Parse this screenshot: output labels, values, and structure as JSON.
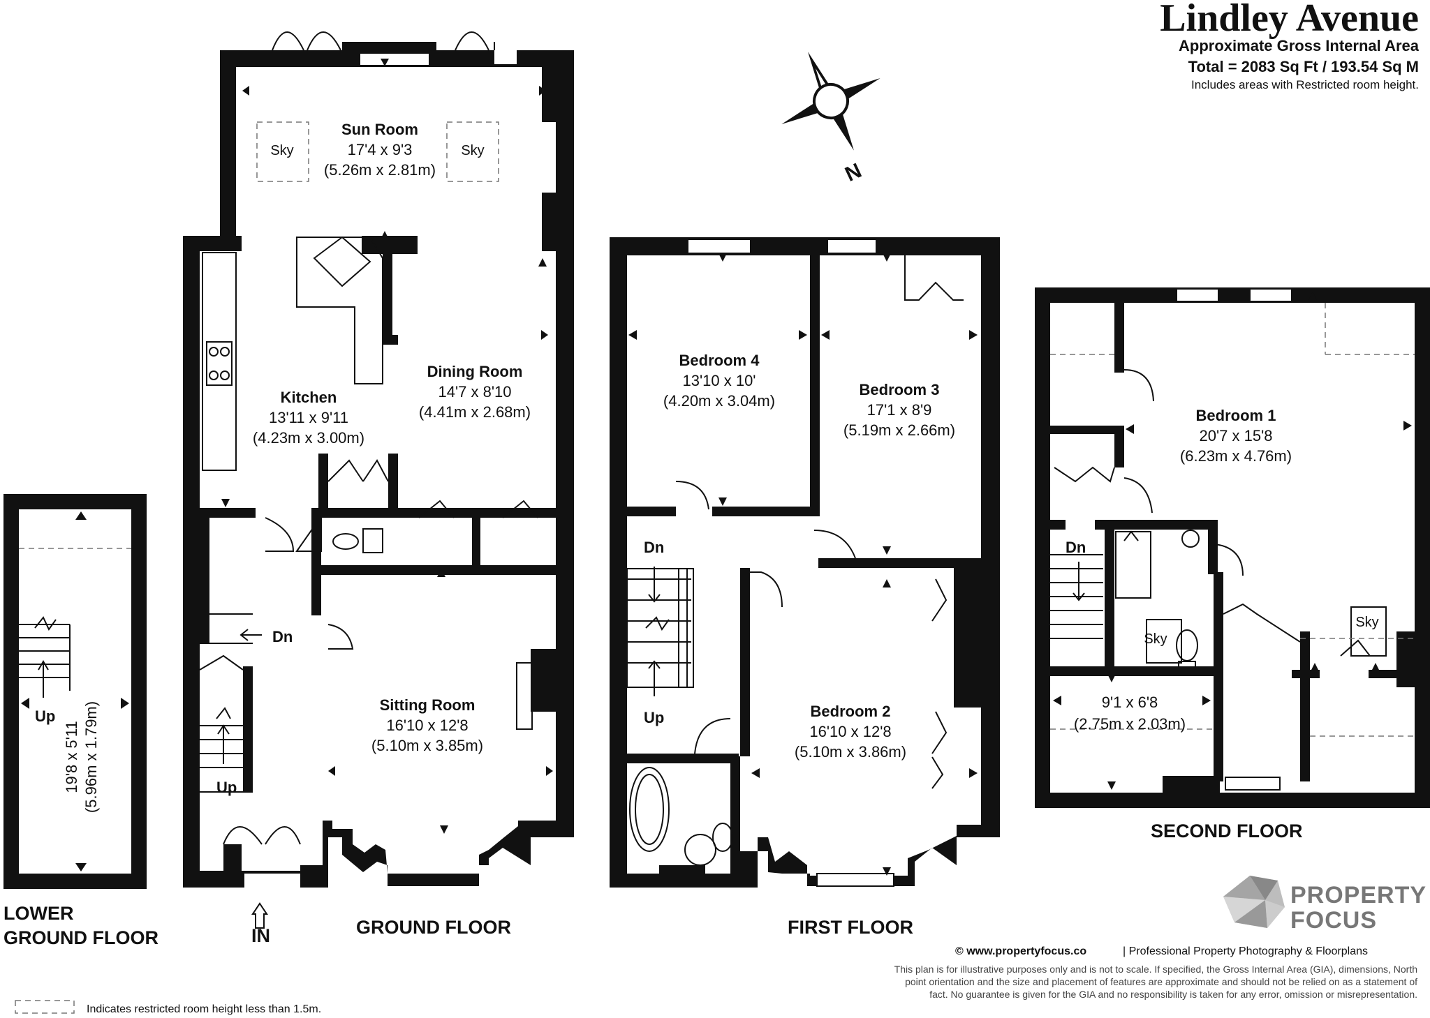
{
  "header": {
    "title": "Lindley Avenue",
    "area_label": "Approximate Gross Internal Area",
    "total": "Total = 2083 Sq Ft / 193.54 Sq M",
    "restricted_note": "Includes areas with Restricted room height."
  },
  "compass": {
    "label": "N"
  },
  "floors": {
    "lower_ground": {
      "label_line1": "LOWER",
      "label_line2": "GROUND FLOOR"
    },
    "ground": {
      "label": "GROUND FLOOR",
      "entrance": "IN"
    },
    "first": {
      "label": "FIRST FLOOR"
    },
    "second": {
      "label": "SECOND FLOOR"
    }
  },
  "stairs": {
    "up": "Up",
    "down": "Dn"
  },
  "rooms": {
    "lower_ground": {
      "dim": "19'8 x 5'11",
      "metric": "(5.96m x 1.79m)"
    },
    "sun_room": {
      "name": "Sun Room",
      "dim": "17'4 x 9'3",
      "metric": "(5.26m x 2.81m)",
      "sky": "Sky"
    },
    "kitchen": {
      "name": "Kitchen",
      "dim": "13'11 x 9'11",
      "metric": "(4.23m x 3.00m)"
    },
    "dining_room": {
      "name": "Dining Room",
      "dim": "14'7 x 8'10",
      "metric": "(4.41m x 2.68m)"
    },
    "sitting_room": {
      "name": "Sitting Room",
      "dim": "16'10 x 12'8",
      "metric": "(5.10m x 3.85m)"
    },
    "bedroom4": {
      "name": "Bedroom 4",
      "dim": "13'10 x 10'",
      "metric": "(4.20m x 3.04m)"
    },
    "bedroom3": {
      "name": "Bedroom 3",
      "dim": "17'1 x 8'9",
      "metric": "(5.19m x 2.66m)"
    },
    "bedroom2": {
      "name": "Bedroom 2",
      "dim": "16'10 x 12'8",
      "metric": "(5.10m x 3.86m)"
    },
    "bedroom1": {
      "name": "Bedroom 1",
      "dim": "20'7 x 15'8",
      "metric": "(6.23m x 4.76m)"
    },
    "second_small": {
      "dim": "9'1 x 6'8",
      "metric": "(2.75m x 2.03m)"
    }
  },
  "brand": {
    "line1": "PROPERTY",
    "line2": "FOCUS",
    "website": "© www.propertyfocus.co",
    "tagline": "| Professional Property Photography & Floorplans"
  },
  "disclaimer": [
    "This plan is for illustrative purposes only and is not to scale. If specified, the Gross Internal Area (GIA), dimensions, North",
    "point orientation and the size and placement of features are approximate and should not be relied on as a statement of",
    "fact. No guarantee is given for the GIA and no responsibility is taken for any error, omission or misrepresentation."
  ],
  "legend": {
    "restricted": "Indicates restricted room height less than 1.5m."
  }
}
